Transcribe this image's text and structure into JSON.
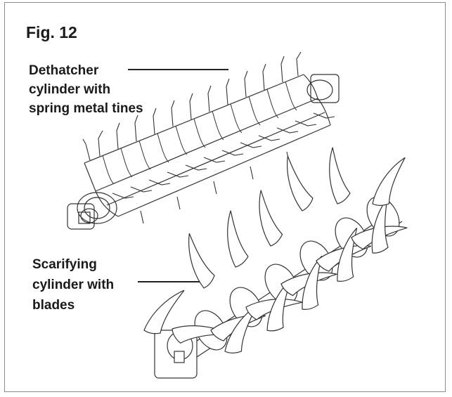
{
  "figure": {
    "title": "Fig. 12"
  },
  "callouts": {
    "dethatcher": "Dethatcher\ncylinder with\nspring metal tines",
    "scarifier": "Scarifying\ncylinder with\nblades"
  },
  "colors": {
    "line": "#333333",
    "frame": "#8c8c8c"
  }
}
